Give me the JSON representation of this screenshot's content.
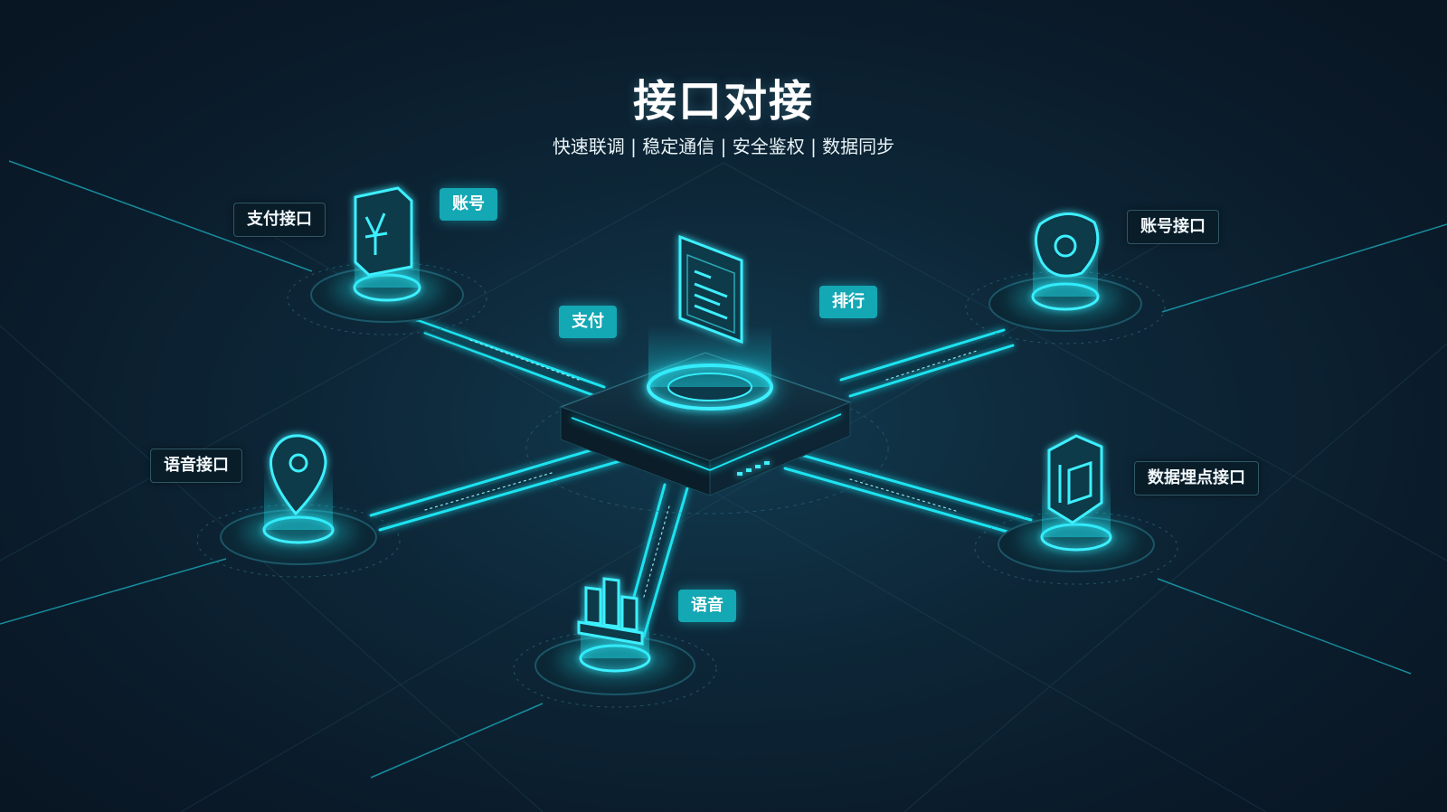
{
  "header": {
    "title": "接口对接",
    "subtitle": "快速联调 | 稳定通信 | 安全鉴权 | 数据同步"
  },
  "hub": {
    "icon": "document-list-icon",
    "label": "排行"
  },
  "branches": [
    {
      "key": "pay",
      "node_label": "支付接口",
      "link_label": "支付",
      "icon": "yen-wallet-icon"
    },
    {
      "key": "account",
      "node_label": "账号接口",
      "link_label": "账号",
      "icon": "user-account-icon"
    },
    {
      "key": "voice",
      "node_label": "语音接口",
      "link_label": "语音",
      "icon": "location-pin-icon"
    },
    {
      "key": "tracking",
      "node_label": "数据埋点接口",
      "link_label": "",
      "icon": "data-shield-icon"
    },
    {
      "key": "ranking",
      "node_label": "",
      "link_label": "",
      "icon": "chart-stack-icon"
    }
  ],
  "colors": {
    "background": "#0b1c2b",
    "accent": "#1ee3f0",
    "accent_soft": "#14a7b4",
    "platform": "#0f2c3c"
  }
}
